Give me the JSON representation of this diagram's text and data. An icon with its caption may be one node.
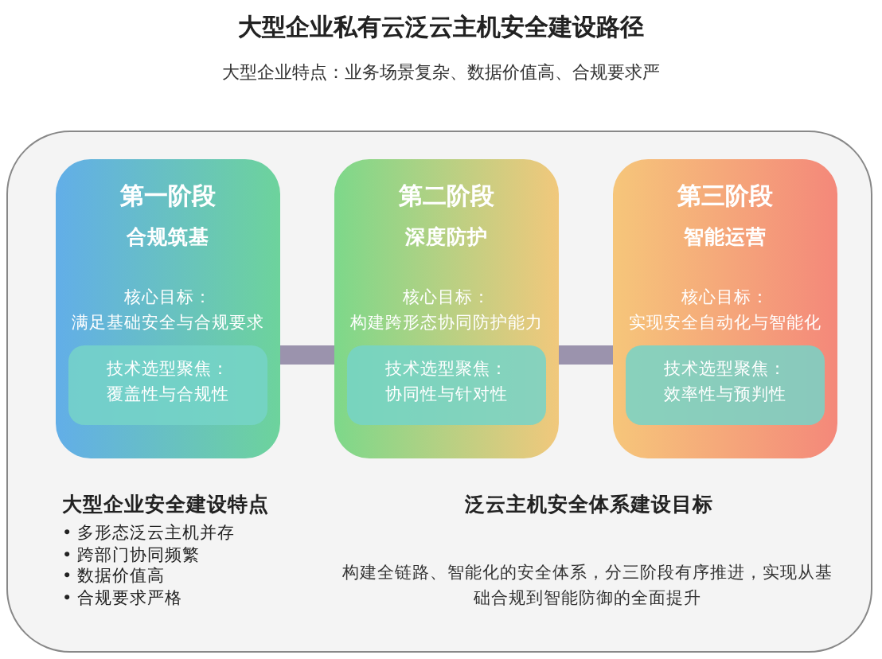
{
  "diagram": {
    "title": "大型企业私有云泛云主机安全建设路径",
    "nodes": [
      {
        "text": [],
        "shape": "box"
      },
      {
        "text": [
          "第一阶段",
          "合规筑基",
          "核心目标：",
          "满足基础安全与合规要求"
        ],
        "in": 0
      },
      {
        "text": [
          "技术选型聚焦：",
          "覆盖性与合规性"
        ],
        "in": 1
      },
      {
        "text": [
          "第二阶段",
          "深度防护",
          "核心目标：",
          "构建跨形态协同防护能力"
        ],
        "in": 0
      },
      {
        "text": [
          "技术选型聚焦：",
          "协同性与针对性"
        ],
        "in": 3
      },
      {
        "text": [
          "第三阶段",
          "智能运营",
          "核心目标：",
          "实现安全自动化与智能化"
        ],
        "in": 0
      },
      {
        "text": [
          "技术选型聚焦：",
          "效率性与预判性"
        ],
        "in": 5
      }
    ],
    "edges": [
      {
        "from": 1,
        "to": 3,
        "arrow": "none"
      },
      {
        "from": 3,
        "to": 5,
        "arrow": "none"
      }
    ],
    "labels": [
      "大型企业特点：业务场景复杂、数据价值高、合规要求严",
      "大型企业安全建设特点",
      "• 多形态泛云主机并存",
      "• 跨部门协同频繁",
      "• 数据价值高",
      "• 合规要求严格",
      "泛云主机安全体系建设目标",
      "构建全链路、智能化的安全体系，分三阶段有序推进，实现从基础合规到智能防御的全面提升"
    ]
  }
}
